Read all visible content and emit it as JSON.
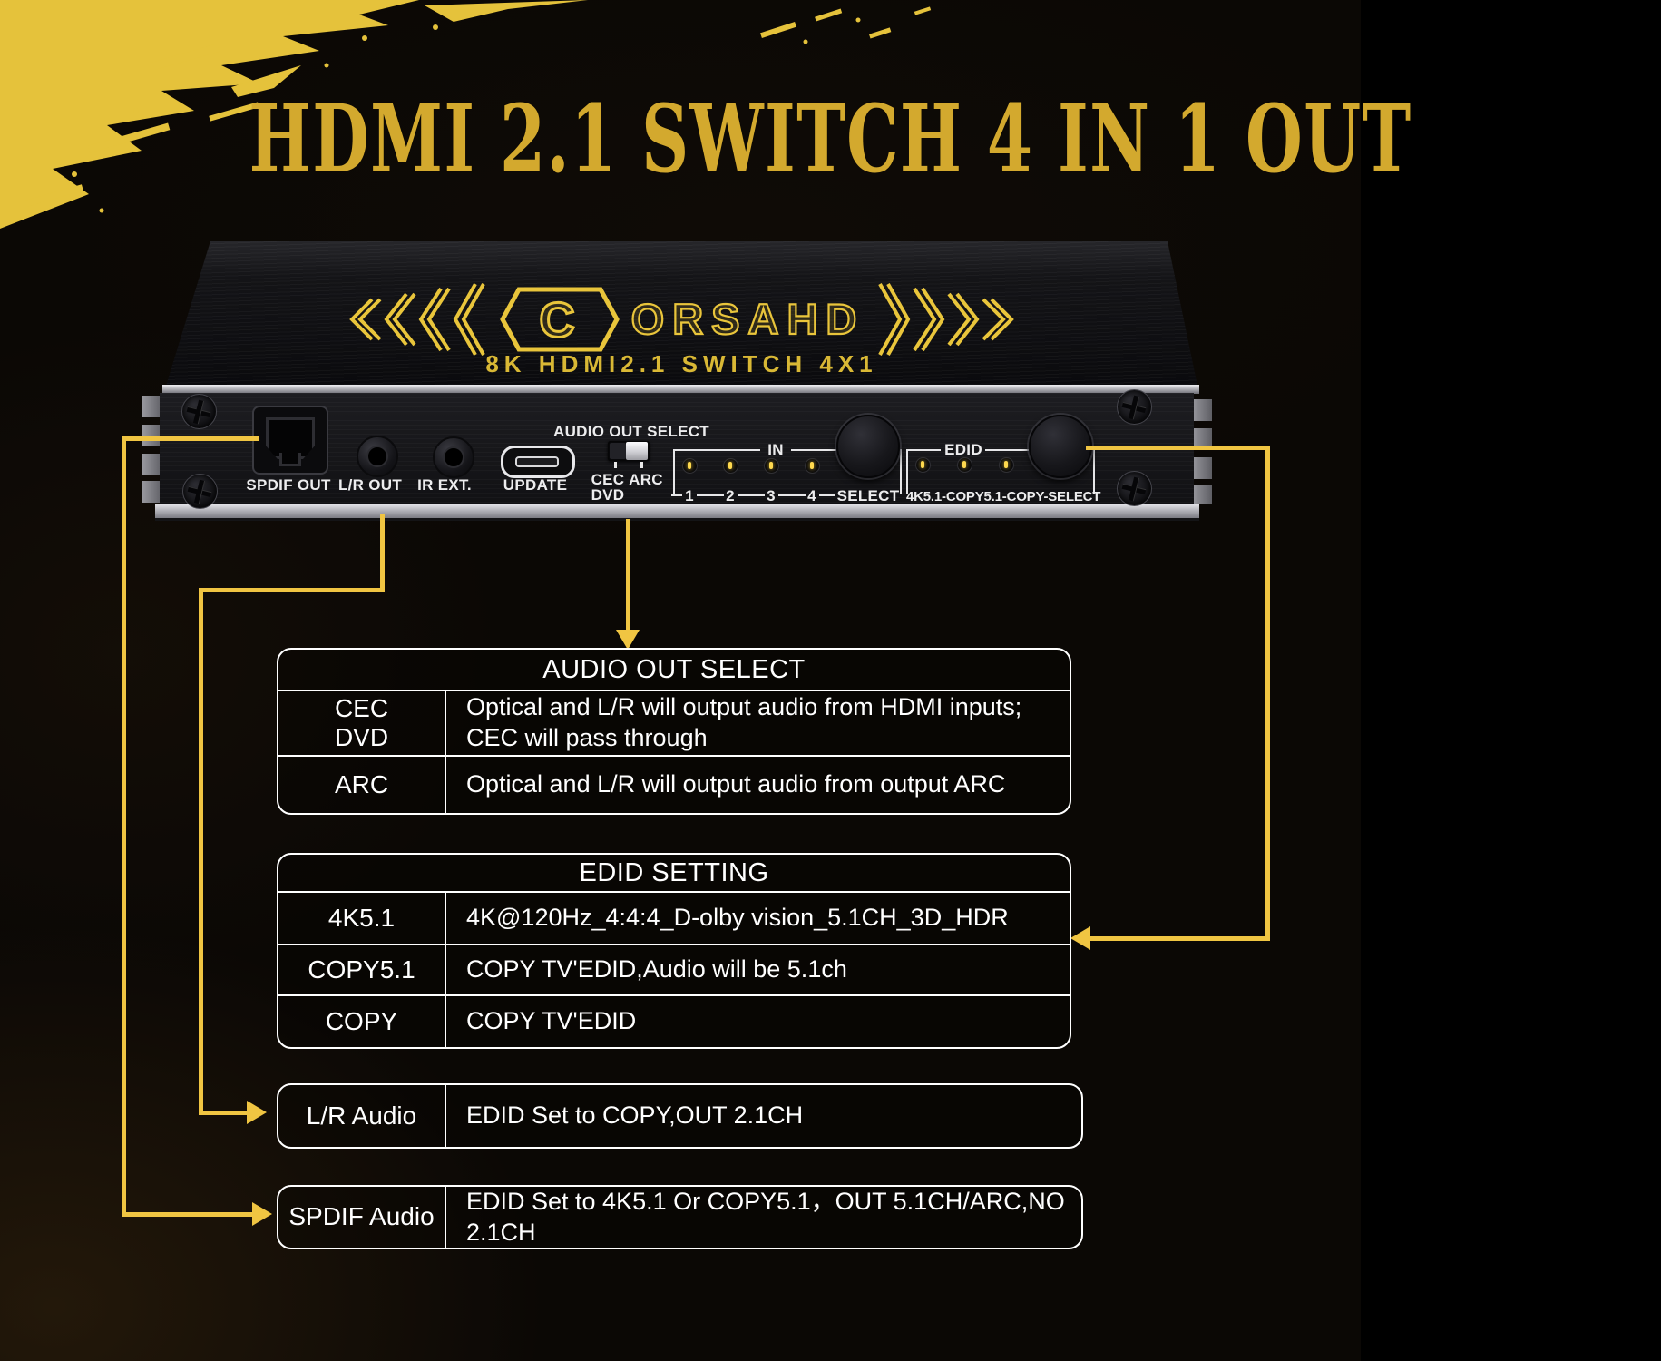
{
  "title": "HDMI 2.1 SWITCH 4 IN 1 OUT",
  "colors": {
    "accent_yellow": "#f0c542",
    "title_yellow": "#d3a92e",
    "logo_yellow": "#e9c53b"
  },
  "device": {
    "logo_c": "C",
    "logo_rest": "ORSAHD",
    "model": "8K HDMI2.1 SWITCH 4X1",
    "panel": {
      "spdif_label": "SPDIF OUT",
      "lr_label": "L/R OUT",
      "ir_label": "IR EXT.",
      "update_label": "UPDATE",
      "audio_out_select_label": "AUDIO OUT SELECT",
      "switch_pos_left_line1": "CEC",
      "switch_pos_left_line2": "DVD",
      "switch_pos_right": "ARC",
      "in_label": "IN",
      "in_1": "1",
      "in_2": "2",
      "in_3": "3",
      "in_4": "4",
      "in_select_label": "SELECT",
      "edid_label": "EDID",
      "edid_row_label": "4K5.1-COPY5.1-COPY-SELECT"
    }
  },
  "tables": {
    "audio_out": {
      "title": "AUDIO OUT SELECT",
      "rows": [
        {
          "label_line1": "CEC",
          "label_line2": "DVD",
          "text_line1": "Optical and L/R will output audio from HDMI inputs;",
          "text_line2": "CEC will pass through"
        },
        {
          "label_line1": "ARC",
          "text_line1": "Optical and L/R will output audio from output ARC"
        }
      ]
    },
    "edid_setting": {
      "title": "EDID SETTING",
      "rows": [
        {
          "label": "4K5.1",
          "text": "4K@120Hz_4:4:4_D-olby vision_5.1CH_3D_HDR"
        },
        {
          "label": "COPY5.1",
          "text": "COPY TV'EDID,Audio will be 5.1ch"
        },
        {
          "label": "COPY",
          "text": "COPY TV'EDID"
        }
      ]
    },
    "lr_audio": {
      "label": "L/R Audio",
      "text": "EDID Set to COPY,OUT 2.1CH"
    },
    "spdif_audio": {
      "label": "SPDIF Audio",
      "text": "EDID Set to 4K5.1 Or COPY5.1，OUT 5.1CH/ARC,NO 2.1CH"
    }
  }
}
